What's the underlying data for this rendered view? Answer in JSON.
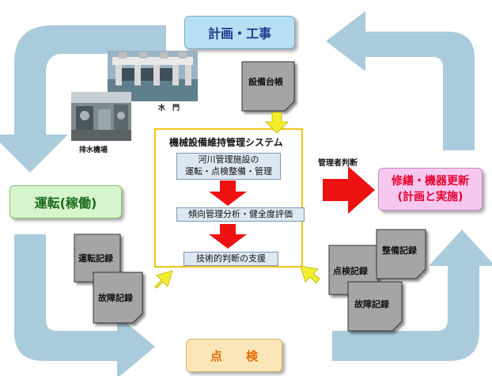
{
  "stages": {
    "planning": "計画・工事",
    "operation": "運転(稼働)",
    "repair_line1": "修繕・機器更新",
    "repair_line2": "(計画と実施)",
    "inspection": "点　　検"
  },
  "system": {
    "title": "機械設備維持管理システム",
    "step1_line1": "河川管理施設の",
    "step1_line2": "運転・点検整備・管理",
    "step2": "傾向管理分析・健全度評価",
    "step3": "技術的判断の支援"
  },
  "documents": {
    "equipment_ledger": "設備台帳",
    "operation_record": "運転記録",
    "failure_record_left": "故障記録",
    "inspection_record": "点検記録",
    "maintenance_record": "整備記録",
    "failure_record_right": "故障記録"
  },
  "annotations": {
    "manager_judgment": "管理者判断"
  },
  "photos": {
    "floodgate": "水　門",
    "drainage_pump": "排水機場"
  },
  "colors": {
    "cycle_arrow": "#a9cbdc",
    "planning_box": "#b7dff2",
    "operation_box": "#d6f5cc",
    "repair_box": "#f7c8ef",
    "inspection_box": "#fbe6b8",
    "system_border": "#f0c419",
    "red_arrow": "#ee1111",
    "yellow_arrow": "#f2ee2c",
    "doc_fill": "#a5a5a5"
  }
}
